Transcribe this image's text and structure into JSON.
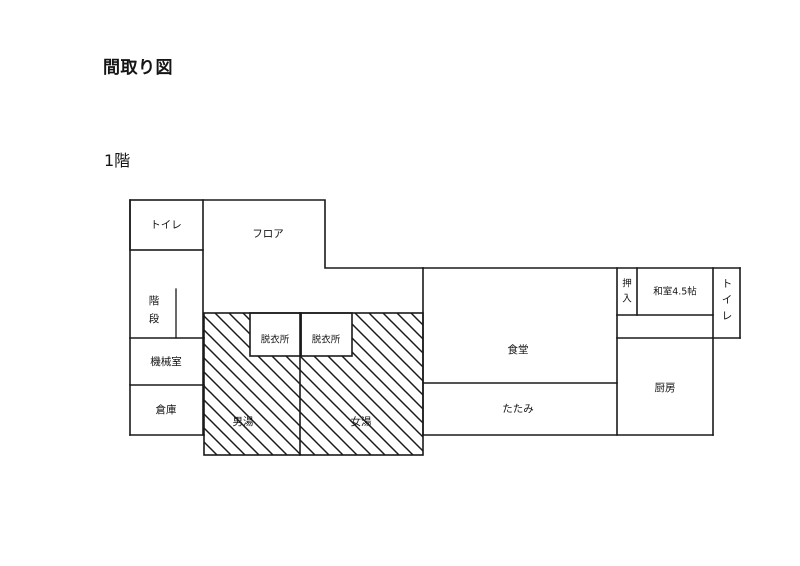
{
  "document": {
    "title": "間取り図",
    "floor_label": "1階",
    "background_color": "#ffffff",
    "line_color": "#1a1a1a"
  },
  "floorplan": {
    "name": "1階 間取り図",
    "hatch_pattern": "diagonal-lines",
    "rooms": {
      "toilet_nw": {
        "label": "トイレ",
        "orientation": "horizontal"
      },
      "floor_hall": {
        "label": "フロア",
        "orientation": "horizontal"
      },
      "stairs": {
        "label": "階段",
        "orientation": "horizontal-twoline",
        "line1": "階",
        "line2": "段"
      },
      "machine_room": {
        "label": "機械室",
        "orientation": "horizontal"
      },
      "storage": {
        "label": "倉庫",
        "orientation": "horizontal"
      },
      "changing_room_men": {
        "label": "脱衣所",
        "orientation": "horizontal"
      },
      "changing_room_women": {
        "label": "脱衣所",
        "orientation": "horizontal"
      },
      "bath_men": {
        "label": "男湯",
        "orientation": "horizontal",
        "hatched": true
      },
      "bath_women": {
        "label": "女湯",
        "orientation": "horizontal",
        "hatched": true
      },
      "dining_hall": {
        "label": "食堂",
        "orientation": "horizontal"
      },
      "tatami": {
        "label": "たたみ",
        "orientation": "horizontal"
      },
      "closet": {
        "label": "押入",
        "orientation": "horizontal-twoline",
        "line1": "押",
        "line2": "入"
      },
      "japanese_room": {
        "label": "和室4.5帖",
        "orientation": "horizontal"
      },
      "toilet_ne": {
        "label": "トイレ",
        "orientation": "vertical",
        "chars": [
          "ト",
          "イ",
          "レ"
        ]
      },
      "kitchen": {
        "label": "厨房",
        "orientation": "horizontal"
      }
    }
  }
}
